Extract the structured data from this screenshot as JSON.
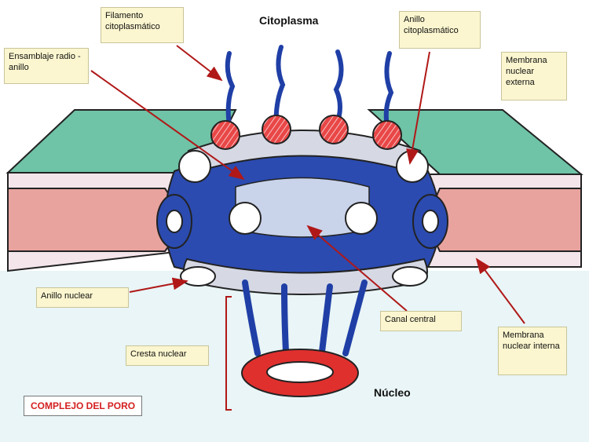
{
  "labels": {
    "filamento": "Filamento citoplasmático",
    "citoplasma": "Citoplasma",
    "anillo_cito": "Anillo citoplasmático",
    "ensamblaje": "Ensamblaje radio - anillo",
    "membrana_externa": "Membrana nuclear externa",
    "anillo_nuclear": "Anillo nuclear",
    "canal_central": "Canal central",
    "membrana_interna": "Membrana nuclear interna",
    "cresta_nuclear": "Cresta nuclear",
    "nucleo": "Núcleo",
    "titulo": "COMPLEJO DEL PORO"
  },
  "colors": {
    "outer_membrane": "#6fc3a6",
    "inner_membrane": "#e9a39f",
    "membrane_band": "#f3e5e9",
    "pore_blue": "#2b4bb0",
    "ring_grey": "#d6d9e4",
    "red": "#e0302e",
    "filament": "#1f3fa6",
    "arrow": "#b01818",
    "nucleus_bg": "#e9f5f6"
  }
}
